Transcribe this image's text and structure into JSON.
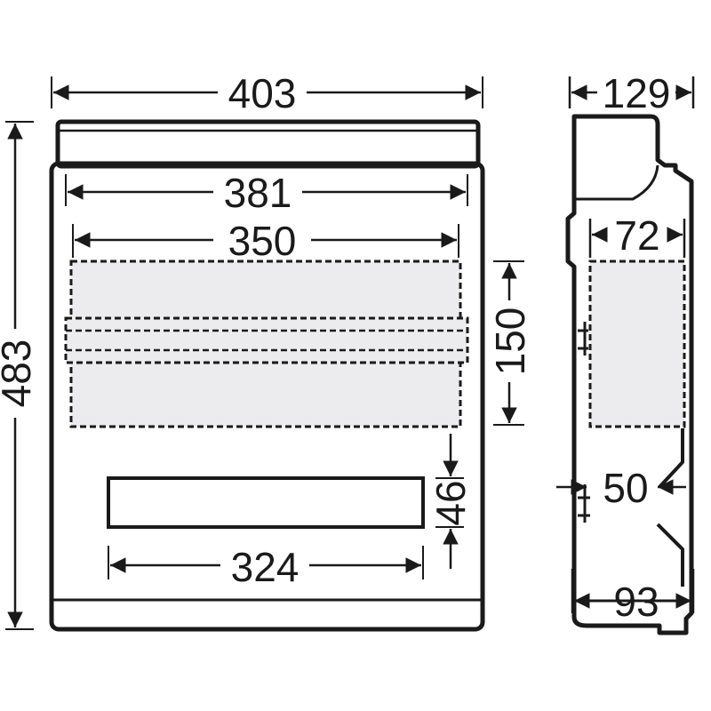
{
  "front_view": {
    "width_overall": "403",
    "inner_width": "381",
    "rail_width": "350",
    "height_overall": "483",
    "cutout_height": "150",
    "window_height": "46",
    "window_width": "324"
  },
  "side_view": {
    "depth_overall": "129",
    "rail_depth": "72",
    "mount_depth": "50",
    "base_depth": "93"
  }
}
